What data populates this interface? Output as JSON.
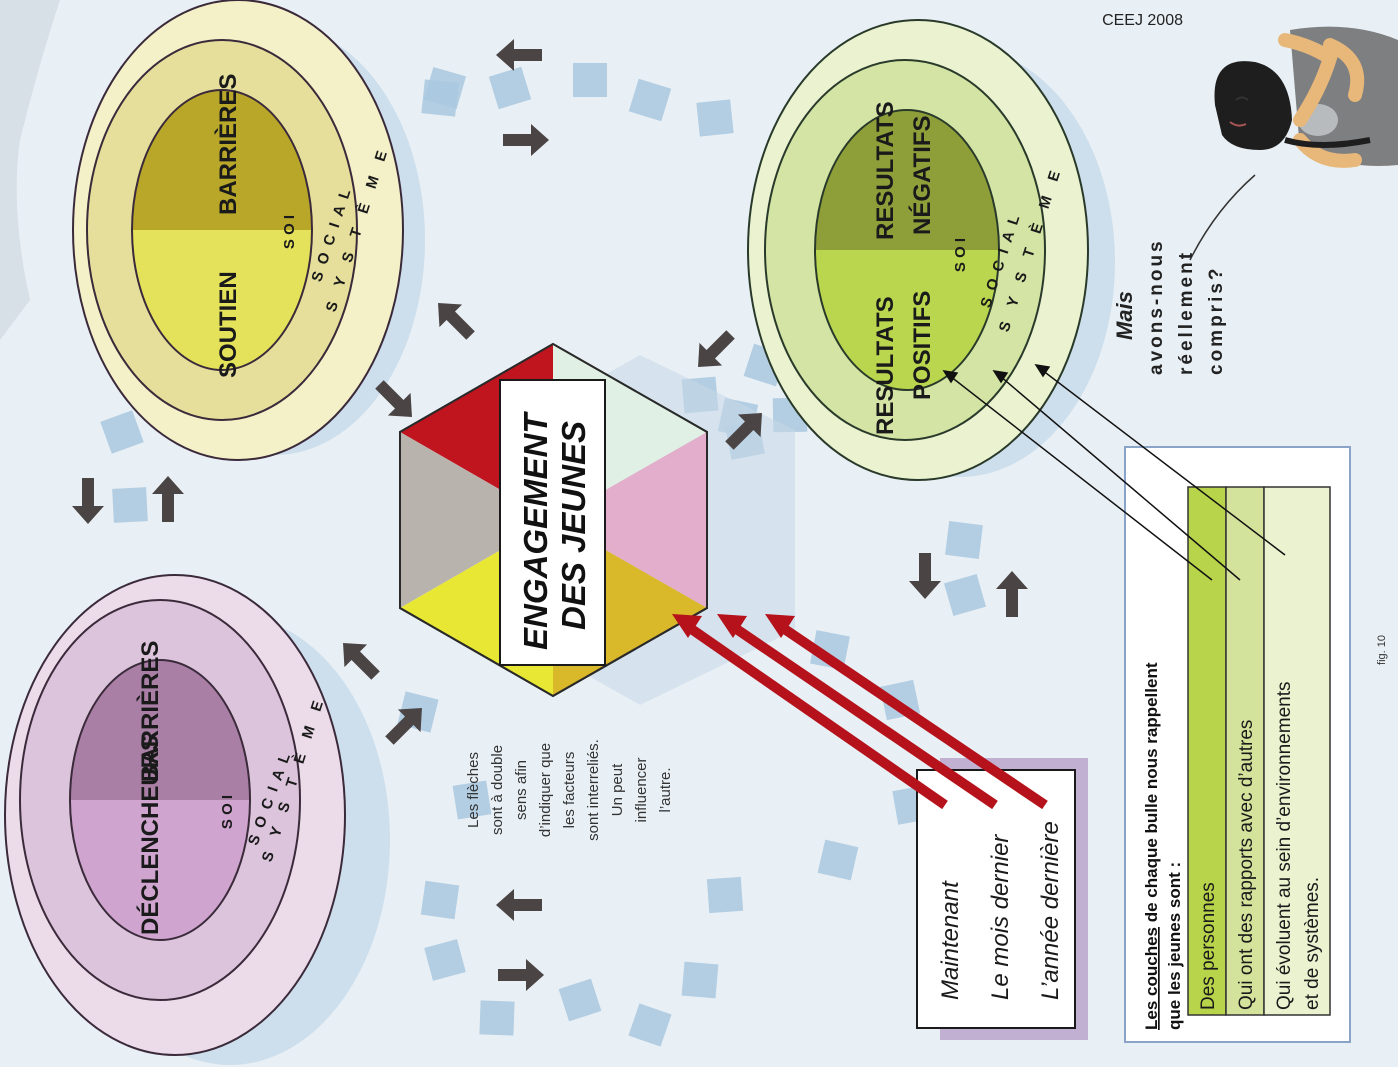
{
  "header": {
    "credit": "CEEJ 2008"
  },
  "bubbles": {
    "left": {
      "label_a": "DÉCLENCHEURS",
      "label_b": "BARRIÈRES",
      "soi": "S O I",
      "social": "S O C I A L",
      "systeme": "S Y S T È M E",
      "colors": {
        "outer": "#ecdcea",
        "middle": "#dcc4dc",
        "inner_a": "#cfa5cf",
        "inner_b": "#a97fa6"
      }
    },
    "middle": {
      "label_a": "SOUTIEN",
      "label_b": "BARRIÈRES",
      "soi": "S O I",
      "social": "S O C I A L",
      "systeme": "S Y S T È M E",
      "colors": {
        "outer": "#f4f0c8",
        "middle": "#e6df9c",
        "inner_a": "#e4e25a",
        "inner_b": "#b9a72a"
      }
    },
    "right": {
      "label_a": "RESULTATS POSITIFS",
      "label_b": "RESULTATS NÉGATIFS",
      "label_a1": "RESULTATS",
      "label_a2": "POSITIFS",
      "label_b1": "RESULTATS",
      "label_b2": "NÉGATIFS",
      "soi": "S O I",
      "social": "S O C I A L",
      "systeme": "S Y S T È M E",
      "colors": {
        "outer": "#eaf2d0",
        "middle": "#d3e4a5",
        "inner_a": "#b9d64e",
        "inner_b": "#8e9f3a"
      }
    }
  },
  "center": {
    "line1": "ENGAGEMENT",
    "line2": "DES JEUNES",
    "colors": [
      "#c0141e",
      "#b8b4ad",
      "#e8e834",
      "#d9b82a",
      "#e2aecb",
      "#e0f0e4"
    ]
  },
  "time_box": {
    "items": [
      "Maintenant",
      "Le mois dernier",
      "L’année dernière"
    ]
  },
  "note": {
    "lines": [
      "Les flèches",
      "sont à double",
      "sens afin",
      "d’indiquer que",
      "les facteurs",
      "sont interreliés.",
      "Un peut",
      "influencer",
      "l’autre."
    ]
  },
  "legend": {
    "title_underlined": "Les couches",
    "title_rest": " de chaque bulle nous rappellent",
    "title_line2": "que les jeunes sont :",
    "rows": [
      "Des personnes",
      "Qui ont des rapports avec d’autres",
      "Qui évoluent au sein d’environnements",
      "et de systèmes."
    ],
    "colors": [
      "#b8d44a",
      "#d3e39c",
      "#eaf2d0"
    ]
  },
  "speech": {
    "lines": [
      "Mais",
      "avons-nous",
      "réellement",
      "compris?"
    ]
  },
  "footer": {
    "fig": "fig. 10"
  },
  "colors": {
    "background": "#e9f0f5",
    "dash": "#a9c8df",
    "arrow": "#4a4444",
    "red_arrow": "#b5121b"
  }
}
